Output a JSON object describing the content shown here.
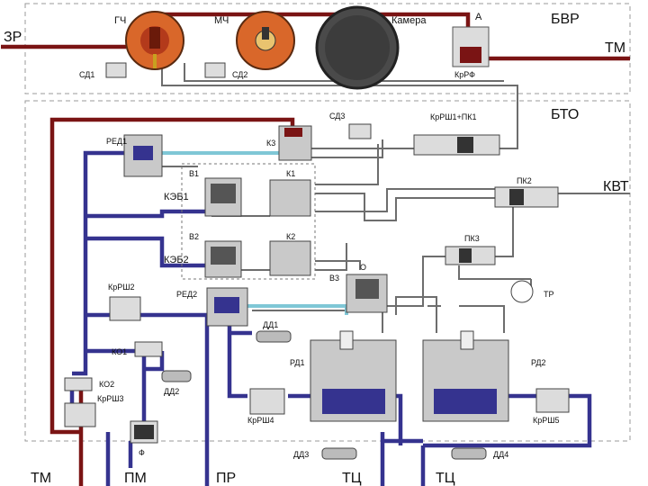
{
  "blocks": {
    "bvr": "БВР",
    "bto": "БТО"
  },
  "lines": {
    "zr": "ЗР",
    "tm_right": "ТМ",
    "kvt": "КВТ",
    "tm_bottom": "ТМ",
    "pm": "ПМ",
    "pr": "ПР",
    "tc1": "ТЦ",
    "tc2": "ТЦ"
  },
  "components": {
    "gch": "ГЧ",
    "mch": "МЧ",
    "kamera": "Камера",
    "a": "А",
    "krrf": "КрРФ",
    "sd1": "СД1",
    "sd2": "СД2",
    "sd3": "СД3",
    "red1": "РЕД1",
    "red2": "РЕД2",
    "k3": "К3",
    "krsh1pk1": "КрРШ1+ПК1",
    "v1": "В1",
    "k1": "К1",
    "keb1": "КЭБ1",
    "v2": "В2",
    "k2": "К2",
    "keb2": "КЭБ2",
    "pk2": "ПК2",
    "pk3": "ПК3",
    "v3": "В3",
    "tr": "ТР",
    "krsh2": "КрРШ2",
    "dd1": "ДД1",
    "ko1": "КО1",
    "dd2": "ДД2",
    "ko2": "КО2",
    "krsh3": "КрРШ3",
    "f": "Ф",
    "rd1": "РД1",
    "rd2": "РД2",
    "krsh4": "КрРШ4",
    "krsh5": "КрРШ5",
    "dd3": "ДД3",
    "dd4": "ДД4",
    "o": "О"
  },
  "colors": {
    "brake_line": "#7a1414",
    "main_line": "#35338f",
    "cyan_line": "#7fc7d6",
    "pipe_outline": "#6d6d6d",
    "valve_body": "#c9c9c9",
    "gch_orange": "#d9672a",
    "kamera_fill": "#4a4a4a"
  }
}
